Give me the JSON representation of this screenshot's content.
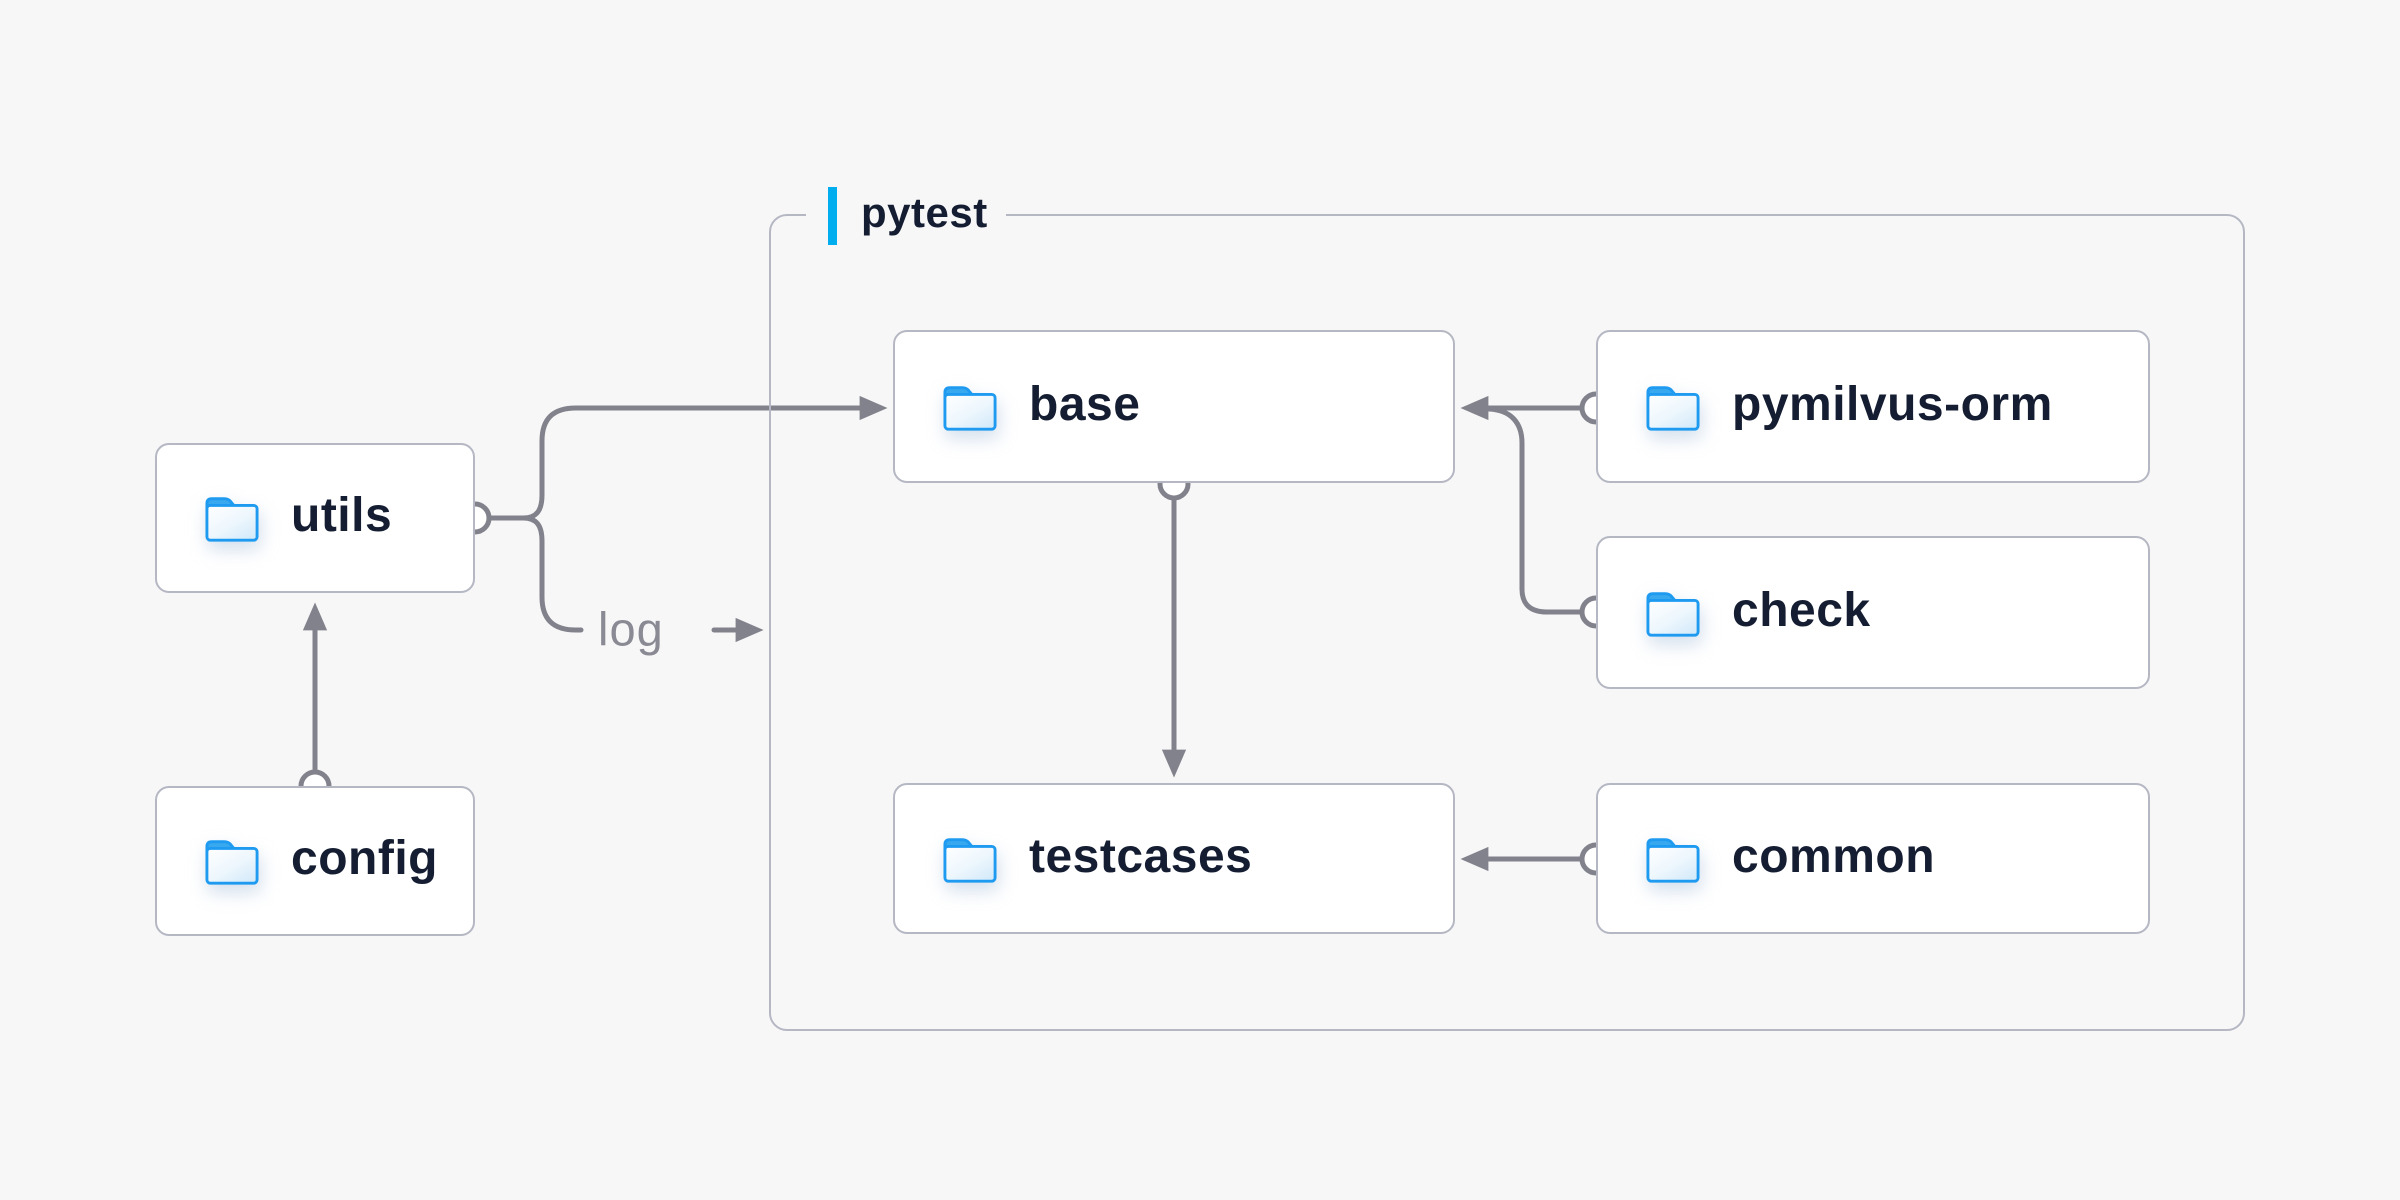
{
  "diagram": {
    "group": {
      "label": "pytest"
    },
    "edge_label": "log",
    "nodes": [
      {
        "id": "utils",
        "label": "utils",
        "icon": "folder-icon"
      },
      {
        "id": "config",
        "label": "config",
        "icon": "folder-icon"
      },
      {
        "id": "base",
        "label": "base",
        "icon": "folder-icon"
      },
      {
        "id": "pymilvus-orm",
        "label": "pymilvus-orm",
        "icon": "folder-icon"
      },
      {
        "id": "check",
        "label": "check",
        "icon": "folder-icon"
      },
      {
        "id": "testcases",
        "label": "testcases",
        "icon": "folder-icon"
      },
      {
        "id": "common",
        "label": "common",
        "icon": "folder-icon"
      }
    ],
    "edges": [
      {
        "from": "config",
        "to": "utils",
        "style": "arrow"
      },
      {
        "from": "utils",
        "to": "base",
        "style": "arrow"
      },
      {
        "from": "utils",
        "to": "log",
        "style": "arrow"
      },
      {
        "from": "pymilvus-orm",
        "to": "base",
        "style": "arrow"
      },
      {
        "from": "check",
        "to": "base",
        "style": "arrow"
      },
      {
        "from": "base",
        "to": "testcases",
        "style": "arrow"
      },
      {
        "from": "common",
        "to": "testcases",
        "style": "arrow"
      }
    ],
    "colors": {
      "background": "#f7f7f8",
      "node_background": "#ffffff",
      "node_border": "#b5b7c3",
      "node_text": "#141d31",
      "connector": "#82828c",
      "accent_bar": "#00adee",
      "folder_blue": "#1e9bf0",
      "edge_label_text": "#8a8a94"
    }
  }
}
